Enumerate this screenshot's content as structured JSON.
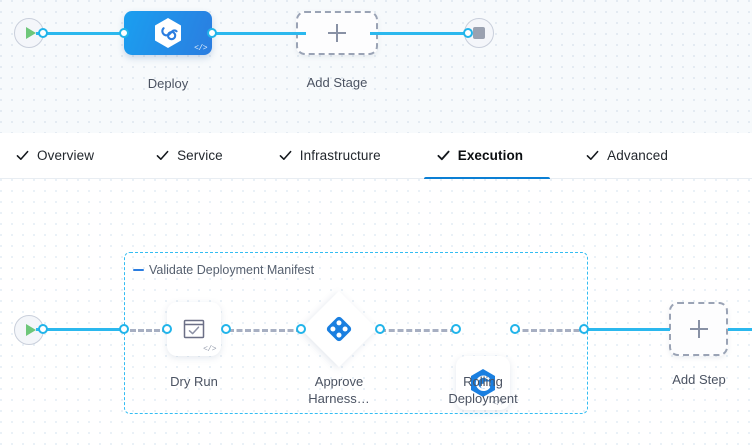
{
  "stage_canvas": {
    "start_node": {
      "name": "pipeline-start",
      "icon": "play-icon"
    },
    "end_node": {
      "name": "pipeline-end",
      "icon": "stop-icon"
    },
    "nodes": [
      {
        "id": "deploy",
        "label": "Deploy",
        "icon": "harness-hexagon-icon",
        "type": "stage",
        "code_badge": "</>"
      },
      {
        "id": "add-stage",
        "label": "Add Stage",
        "icon": "plus-icon",
        "type": "add"
      }
    ]
  },
  "tabs": [
    {
      "id": "overview",
      "label": "Overview",
      "icon": "check-icon",
      "active": false
    },
    {
      "id": "service",
      "label": "Service",
      "icon": "check-icon",
      "active": false
    },
    {
      "id": "infrastructure",
      "label": "Infrastructure",
      "icon": "check-icon",
      "active": false
    },
    {
      "id": "execution",
      "label": "Execution",
      "icon": "check-icon",
      "active": true
    },
    {
      "id": "advanced",
      "label": "Advanced",
      "icon": "check-icon",
      "active": false
    }
  ],
  "exec_canvas": {
    "start_node": {
      "name": "execution-start",
      "icon": "play-icon"
    },
    "group": {
      "title": "Validate Deployment Manifest",
      "collapse_icon": "minus-icon",
      "steps": [
        {
          "id": "dry-run",
          "label": "Dry Run",
          "icon": "checkbox-window-icon",
          "shape": "rounded",
          "code_badge": "</>"
        },
        {
          "id": "approve-harness",
          "label_line1": "Approve",
          "label_line2": "Harness…",
          "icon": "approval-diamond-icon",
          "shape": "diamond"
        },
        {
          "id": "rolling-deployment",
          "label_line1": "Rolling",
          "label_line2": "Deployment",
          "icon": "rolling-hexagon-icon",
          "shape": "rounded",
          "code_badge": "</>"
        }
      ]
    },
    "add_step": {
      "label": "Add Step",
      "icon": "plus-icon"
    }
  },
  "colors": {
    "accent_blue": "#2bb8ee",
    "tab_active": "#0b7fd4",
    "deploy_gradient_start": "#1a9ff0",
    "deploy_gradient_end": "#2b7de0",
    "play_green": "#6ec77a",
    "stop_gray": "#9aa1b0",
    "group_border": "#33bdf2"
  }
}
